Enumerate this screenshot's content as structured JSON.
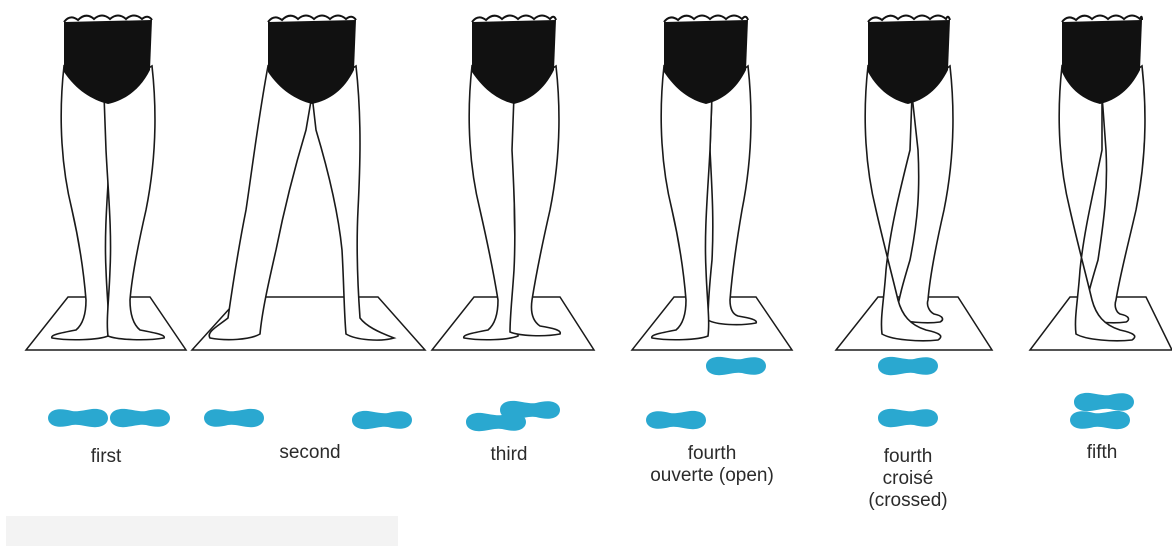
{
  "colors": {
    "outline": "#1a1a1a",
    "briefs": "#111111",
    "leg_fill": "#ffffff",
    "floor": "#ffffff",
    "footprint": "#2aa8d0"
  },
  "positions": [
    {
      "id": "first",
      "label": "first"
    },
    {
      "id": "second",
      "label": "second"
    },
    {
      "id": "third",
      "label": "third"
    },
    {
      "id": "fourth-open",
      "label_lines": [
        "fourth",
        "ouverte (open)"
      ]
    },
    {
      "id": "fourth-crossed",
      "label_lines": [
        "fourth",
        "croisé",
        "(crossed)"
      ]
    },
    {
      "id": "fifth",
      "label": "fifth"
    }
  ]
}
